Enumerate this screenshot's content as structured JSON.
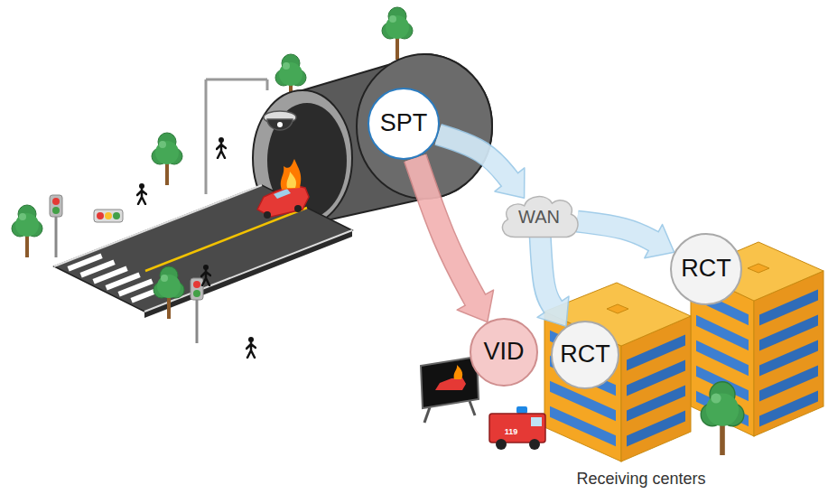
{
  "diagram": {
    "nodes": [
      {
        "text": [
          "SPT"
        ]
      },
      {
        "text": [
          "WAN"
        ]
      },
      {
        "text": [
          "RCT"
        ]
      },
      {
        "text": [
          "VID"
        ]
      },
      {
        "text": [
          "RCT"
        ]
      }
    ],
    "edges": [
      {
        "from": 0,
        "to": 1,
        "arrow": "to"
      },
      {
        "from": 1,
        "to": 2,
        "arrow": "to"
      },
      {
        "from": 1,
        "to": 4,
        "arrow": "to"
      },
      {
        "from": 0,
        "to": 3,
        "arrow": "to"
      }
    ],
    "labels": [
      "Receiving centers",
      "119"
    ]
  }
}
